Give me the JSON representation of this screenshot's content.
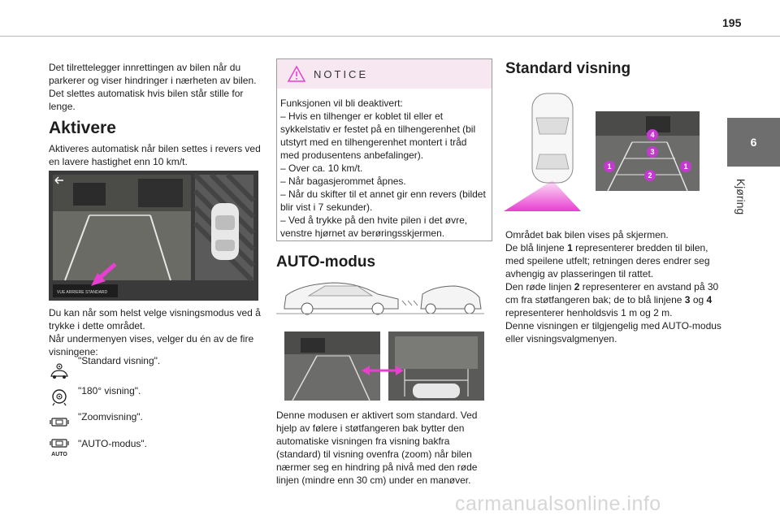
{
  "page": {
    "number": "195",
    "chapter_tab": "6",
    "chapter_title": "Kjøring",
    "watermark": "carmanualsonline.info"
  },
  "left": {
    "intro": "Det tilrettelegger innrettingen av bilen når du parkerer og viser hindringer i nærheten av bilen. Det slettes automatisk hvis bilen står stille for lenge.",
    "heading": "Aktivere",
    "activate_text": "Aktiveres automatisk når bilen settes i revers ved en lavere hastighet enn 10 km/t.",
    "screen_label": "VUE ARRIERE STANDARD",
    "after_image": "Du kan når som helst velge visningsmodus ved å trykke i dette området.",
    "submenu": "Når undermenyen vises, velger du én av de fire visningene:",
    "modes": [
      {
        "label": "\"Standard visning\".",
        "icon": "standard-view-icon"
      },
      {
        "label": "\"180° visning\".",
        "icon": "180-view-icon"
      },
      {
        "label": "\"Zoomvisning\".",
        "icon": "zoom-view-icon"
      },
      {
        "label": "\"AUTO-modus\".",
        "icon": "auto-mode-icon",
        "icon_text": "AUTO"
      }
    ]
  },
  "notice": {
    "title": "NOTICE",
    "lines": [
      "Funksjonen vil bli deaktivert:",
      "–  Hvis en tilhenger er koblet til eller et sykkelstativ er festet på en tilhengerenhet (bil utstyrt med en tilhengerenhet montert i tråd med produsentens anbefalinger).",
      "–  Over ca. 10 km/t.",
      "–  Når bagasjerommet åpnes.",
      "–  Når du skifter til et annet gir enn revers (bildet blir vist i 7 sekunder).",
      "–  Ved å trykke på den hvite pilen i det øvre, venstre hjørnet av berøringsskjermen."
    ]
  },
  "auto": {
    "heading": "AUTO-modus",
    "text": "Denne modusen er aktivert som standard. Ved hjelp av følere i støtfangeren bak bytter den automatiske visningen fra visning bakfra (standard) til visning ovenfra (zoom) når bilen nærmer seg en hindring på nivå med den røde linjen (mindre enn 30 cm) under en manøver."
  },
  "standard": {
    "heading": "Standard visning",
    "markers": [
      "4",
      "3",
      "1",
      "2",
      "1"
    ],
    "p1": "Området bak bilen vises på skjermen.",
    "p2_a": "De blå linjene ",
    "p2_b": "1",
    "p2_c": " representerer bredden til bilen, med speilene utfelt; retningen deres endrer seg avhengig av plasseringen til rattet.",
    "p3_a": "Den røde linjen ",
    "p3_b": "2",
    "p3_c": " representerer en avstand på 30 cm fra støtfangeren bak; de to blå linjene ",
    "p3_d": "3",
    "p3_e": " og ",
    "p3_f": "4",
    "p3_g": " representerer henholdsvis 1 m og 2 m.",
    "p4": "Denne visningen er tilgjengelig med AUTO-modus eller visningsvalgmenyen."
  },
  "colors": {
    "accent": "#e83fd0",
    "screen_bg": "#3a3a3a",
    "tab_bg": "#6e6e6e",
    "notice_head": "#f6e7f1",
    "marker": "#c43ad0"
  }
}
